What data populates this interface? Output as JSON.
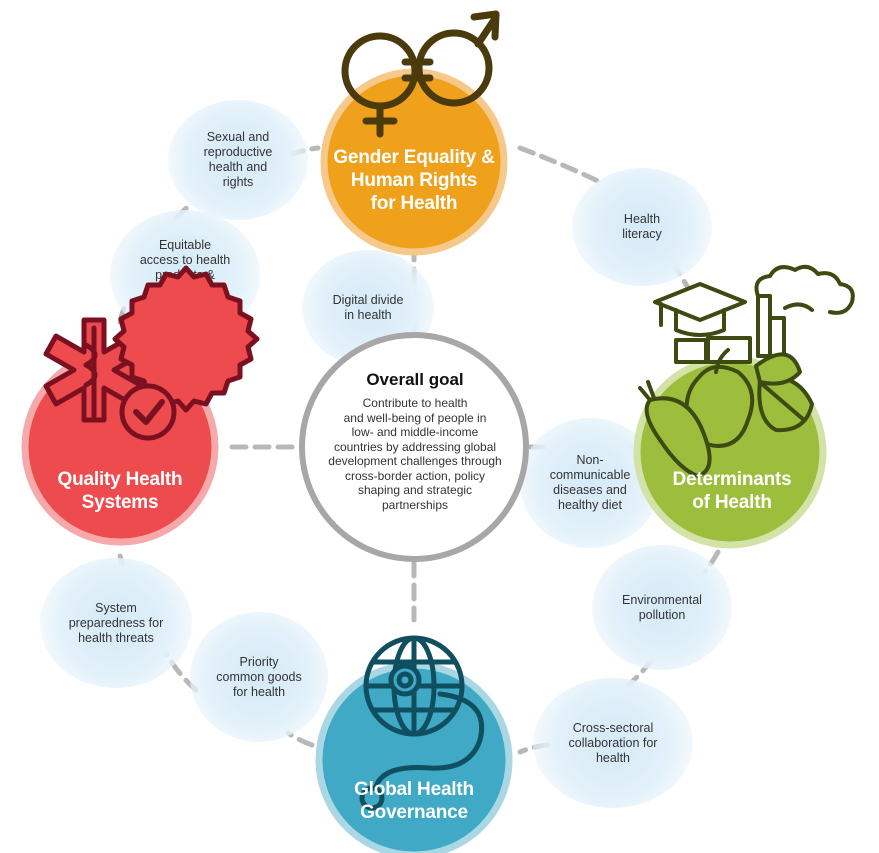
{
  "center": {
    "title": "Overall goal",
    "text": "Contribute to health\nand well-being of people in\nlow- and middle-income\ncountries by addressing global\ndevelopment challenges through\ncross-border action, policy\nshaping and strategic\npartnerships"
  },
  "themes": {
    "gender": {
      "label": "Gender Equality &\nHuman Rights\nfor Health",
      "color": "#f0a11c",
      "icon": "gender-symbols-icon"
    },
    "determinants": {
      "label": "Determinants\nof Health",
      "color": "#9dbd3c",
      "icon": "food-factory-education-icon"
    },
    "governance": {
      "label": "Global Health\nGovernance",
      "color": "#3fa9c6",
      "icon": "globe-stethoscope-icon"
    },
    "quality": {
      "label": "Quality Health\nSystems",
      "color": "#ee4b4f",
      "icon": "medical-star-badge-icon"
    }
  },
  "topics": {
    "srhr": "Sexual and\nreproductive\nhealth and\nrights",
    "health_literacy": "Health\nliteracy",
    "digital_divide": "Digital divide\nin health",
    "equitable_access": "Equitable\naccess to health\nproducts &\nservices for\nthe poor",
    "ncd": "Non-\ncommunicable\ndiseases and\nhealthy diet",
    "environmental": "Environmental\npollution",
    "cross_sectoral": "Cross-sectoral\ncollaboration for\nhealth",
    "priority_goods": "Priority\ncommon goods\nfor health",
    "preparedness": "System\npreparedness for\nhealth threats"
  },
  "colors": {
    "connector": "#b8b8b8",
    "icon_dark": "#4a3a0c",
    "icon_red": "#7a1020",
    "icon_green": "#3d4a12",
    "icon_blue": "#0f4f60"
  }
}
